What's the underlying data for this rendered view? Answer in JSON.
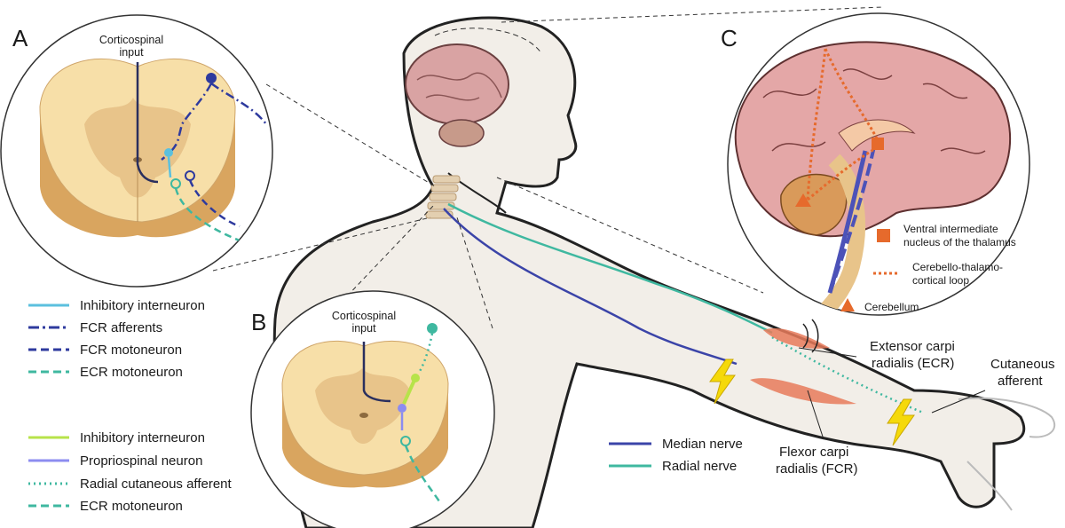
{
  "panels": {
    "a": "A",
    "b": "B",
    "c": "C"
  },
  "panel_a": {
    "input_line1": "Corticospinal",
    "input_line2": "input"
  },
  "panel_b": {
    "input_line1": "Corticospinal",
    "input_line2": "input"
  },
  "panel_c": {
    "vim_line1": "Ventral intermediate",
    "vim_line2": "nucleus of the thalamus",
    "loop_line1": "Cerebello-thalamo-",
    "loop_line2": "cortical loop",
    "cerebellum": "Cerebellum"
  },
  "legend_a": [
    {
      "label": "Inhibitory interneuron",
      "style": "solid",
      "color": "#5bc0de"
    },
    {
      "label": "FCR afferents",
      "style": "dashdot",
      "color": "#2e3a9e"
    },
    {
      "label": "FCR motoneuron",
      "style": "dash",
      "color": "#2e3a9e"
    },
    {
      "label": "ECR motoneuron",
      "style": "dash",
      "color": "#3fb8a0"
    }
  ],
  "legend_b": [
    {
      "label": "Inhibitory interneuron",
      "style": "solid",
      "color": "#b7e34a"
    },
    {
      "label": "Propriospinal neuron",
      "style": "solid",
      "color": "#8c8cf0"
    },
    {
      "label": "Radial cutaneous afferent",
      "style": "dotted",
      "color": "#3fb8a0"
    },
    {
      "label": "ECR motoneuron",
      "style": "dash",
      "color": "#3fb8a0"
    }
  ],
  "legend_nerves": [
    {
      "label": "Median nerve",
      "color": "#3b44a8"
    },
    {
      "label": "Radial nerve",
      "color": "#3fb8a0"
    }
  ],
  "muscles": {
    "ecr_line1": "Extensor carpi",
    "ecr_line2": "radialis (ECR)",
    "fcr_line1": "Flexor carpi",
    "fcr_line2": "radialis (FCR)",
    "cut_line1": "Cutaneous",
    "cut_line2": "afferent"
  }
}
